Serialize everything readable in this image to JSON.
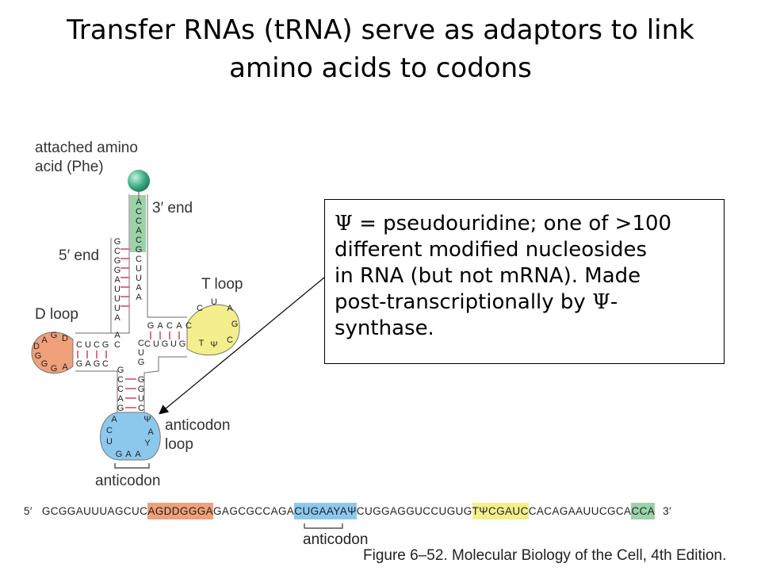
{
  "title": {
    "line1": "Transfer RNAs (tRNA) serve as adaptors to link",
    "line2": "amino acids to codons"
  },
  "callout": {
    "psi": "Ψ",
    "line1": " = pseudouridine; one of >100",
    "line2": "different modified nucleosides",
    "line3": "in RNA (but not mRNA). Made",
    "line4a": "post-transcriptionally by ",
    "line4b": "-",
    "line5": "synthase."
  },
  "labels": {
    "attached_amino_1": "attached amino",
    "attached_amino_2": "acid (Phe)",
    "three_end": "3′ end",
    "five_end": "5′ end",
    "t_loop": "T loop",
    "d_loop": "D loop",
    "anticodon_loop_1": "anticodon",
    "anticodon_loop_2": "loop",
    "anticodon": "anticodon"
  },
  "structure": {
    "acceptor_3p": [
      "A",
      "C",
      "C",
      "A",
      "C",
      "G",
      "C",
      "U",
      "U",
      "A",
      "A"
    ],
    "acceptor_5p": [
      "G",
      "C",
      "G",
      "G",
      "A",
      "U",
      "U",
      "U",
      "A"
    ],
    "t_stem_top": [
      "G",
      "A",
      "C",
      "A",
      "C"
    ],
    "t_stem_bottom": [
      "C",
      "U",
      "G",
      "U",
      "G"
    ],
    "t_loop": [
      "C",
      "U",
      "A",
      "G",
      "C",
      "Ψ",
      "T"
    ],
    "d_stem_top": [
      "C",
      "U",
      "C",
      "G"
    ],
    "d_stem_bottom": [
      "G",
      "A",
      "G",
      "C"
    ],
    "d_loop": [
      "D",
      "G",
      "A",
      "D",
      "G",
      "G",
      "G",
      "A"
    ],
    "mid_left": [
      "A",
      "C"
    ],
    "mid_right": [
      "C",
      "U",
      "G"
    ],
    "anti_stem_left": [
      "G",
      "C",
      "C",
      "A",
      "G"
    ],
    "anti_stem_right": [
      "G",
      "G",
      "U",
      "C"
    ],
    "anti_loop": [
      "A",
      "C",
      "U",
      "G",
      "A",
      "A",
      "Y",
      "A",
      "Ψ"
    ]
  },
  "sequence": {
    "end5": "5′",
    "seg1": "GCGGAUUUAGCUC",
    "dloop": "AGDDGGGA",
    "seg2": "GAGCGCCAGA",
    "anticodon_region": "CUGAAYAΨ",
    "seg3": "CUGGAGGUCCUGUG",
    "tloop": "TΨCGAUC",
    "seg4": "CACAGAAUUCGCA",
    "acc": "CCA",
    "end3": "3′",
    "anticodon_label": "anticodon"
  },
  "caption": "Figure 6–52. Molecular Biology of the Cell, 4th Edition.",
  "colors": {
    "d_loop": "#f0a07a",
    "t_loop": "#f4ee8c",
    "anticodon_loop": "#8cc8ec",
    "acceptor": "#9bd2a8",
    "amino_acid": "#3fae86",
    "base_pair": "#e0708a"
  }
}
